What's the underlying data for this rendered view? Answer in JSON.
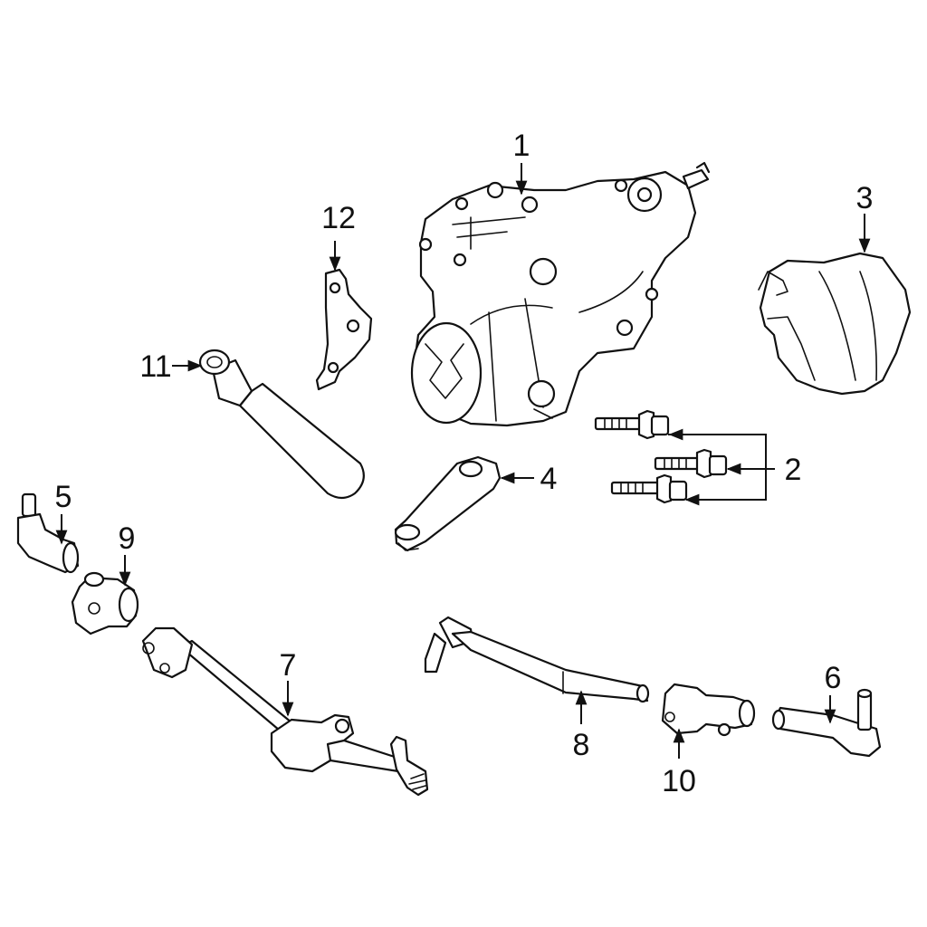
{
  "diagram": {
    "callouts": [
      {
        "id": "c1",
        "label": "1"
      },
      {
        "id": "c2",
        "label": "2"
      },
      {
        "id": "c3",
        "label": "3"
      },
      {
        "id": "c4",
        "label": "4"
      },
      {
        "id": "c5",
        "label": "5"
      },
      {
        "id": "c6",
        "label": "6"
      },
      {
        "id": "c7",
        "label": "7"
      },
      {
        "id": "c8",
        "label": "8"
      },
      {
        "id": "c9",
        "label": "9"
      },
      {
        "id": "c10",
        "label": "10"
      },
      {
        "id": "c11",
        "label": "11"
      },
      {
        "id": "c12",
        "label": "12"
      }
    ],
    "colors": {
      "line": "#111111",
      "background": "#ffffff"
    }
  }
}
